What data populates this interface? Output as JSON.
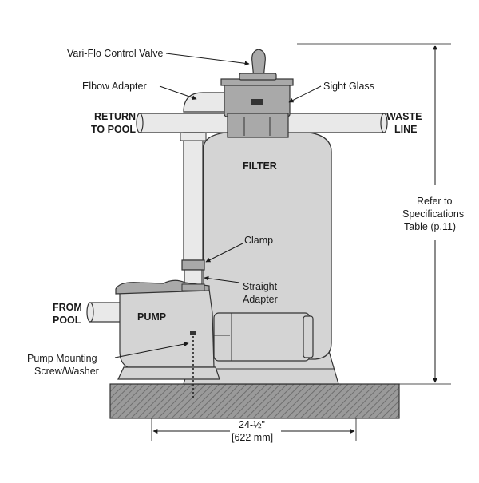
{
  "labels": {
    "vari_flo_control_valve": "Vari-Flo Control Valve",
    "elbow_adapter": "Elbow Adapter",
    "sight_glass": "Sight Glass",
    "return_to_pool_1": "RETURN",
    "return_to_pool_2": "TO POOL",
    "waste_line_1": "WASTE",
    "waste_line_2": "LINE",
    "filter": "FILTER",
    "clamp": "Clamp",
    "straight_adapter_1": "Straight",
    "straight_adapter_2": "Adapter",
    "from_pool_1": "FROM",
    "from_pool_2": "POOL",
    "pump": "PUMP",
    "pump_mounting_1": "Pump Mounting",
    "pump_mounting_2": "Screw/Washer",
    "refer_1": "Refer to",
    "refer_2": "Specifications",
    "refer_3": "Table (p.11)",
    "width_in": "24-½\"",
    "width_mm": "[622 mm]"
  },
  "colors": {
    "body_gray": "#d4d4d4",
    "dark_gray": "#a9a9a9",
    "pipe_gray": "#e9e9e9",
    "stroke": "#333333",
    "base_hatch": "#8c8c8c"
  }
}
